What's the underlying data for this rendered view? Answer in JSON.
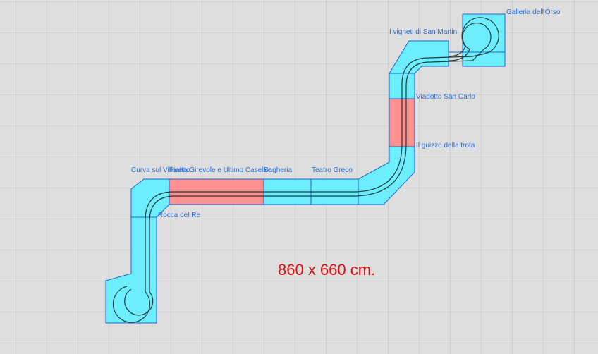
{
  "modules": [
    {
      "id": "galleria",
      "label": "Galleria dell'Orso",
      "kind": "normal"
    },
    {
      "id": "vigneti",
      "label": "I vigneti di San Martin",
      "kind": "normal"
    },
    {
      "id": "viadotto",
      "label": "Viadotto San Carlo",
      "kind": "special"
    },
    {
      "id": "guizzo",
      "label": "Il guizzo della trota",
      "kind": "normal"
    },
    {
      "id": "teatro",
      "label": "Teatro Greco",
      "kind": "normal"
    },
    {
      "id": "bagheria",
      "label": "Bagheria",
      "kind": "normal"
    },
    {
      "id": "piatta",
      "label": "Piatta Girevole e Ultimo Casello",
      "kind": "special"
    },
    {
      "id": "curva",
      "label": "Curva sul Villaretto",
      "kind": "normal"
    },
    {
      "id": "rocca",
      "label": "Rocca del Re",
      "kind": "normal"
    }
  ],
  "dimensions": "860 x 660 cm.",
  "colors": {
    "normal_fill": "#6ceeff",
    "special_fill": "#ff9090",
    "outline": "#1f66d4",
    "track": "#1f3a3a",
    "dimension_text": "#e01010"
  }
}
